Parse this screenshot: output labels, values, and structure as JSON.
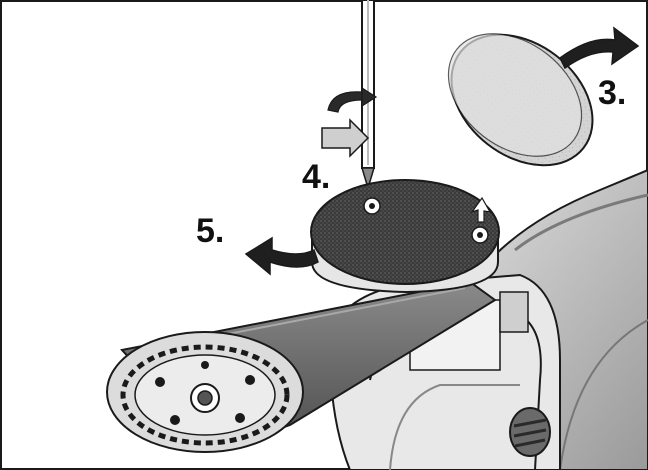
{
  "figure": {
    "step_labels": {
      "step3": "3.",
      "step4": "4.",
      "step5": "5."
    },
    "colors": {
      "outline": "#1a1a1a",
      "body_light": "#d7d7d7",
      "body_mid": "#b9b9b9",
      "body_dark": "#8c8c8c",
      "guard": "#6e6e6e",
      "pad": "#3c3c3c",
      "arrow_dark": "#1f1f1f",
      "arrow_light": "#c9c9c9",
      "felt": "#d2d2d2"
    }
  }
}
